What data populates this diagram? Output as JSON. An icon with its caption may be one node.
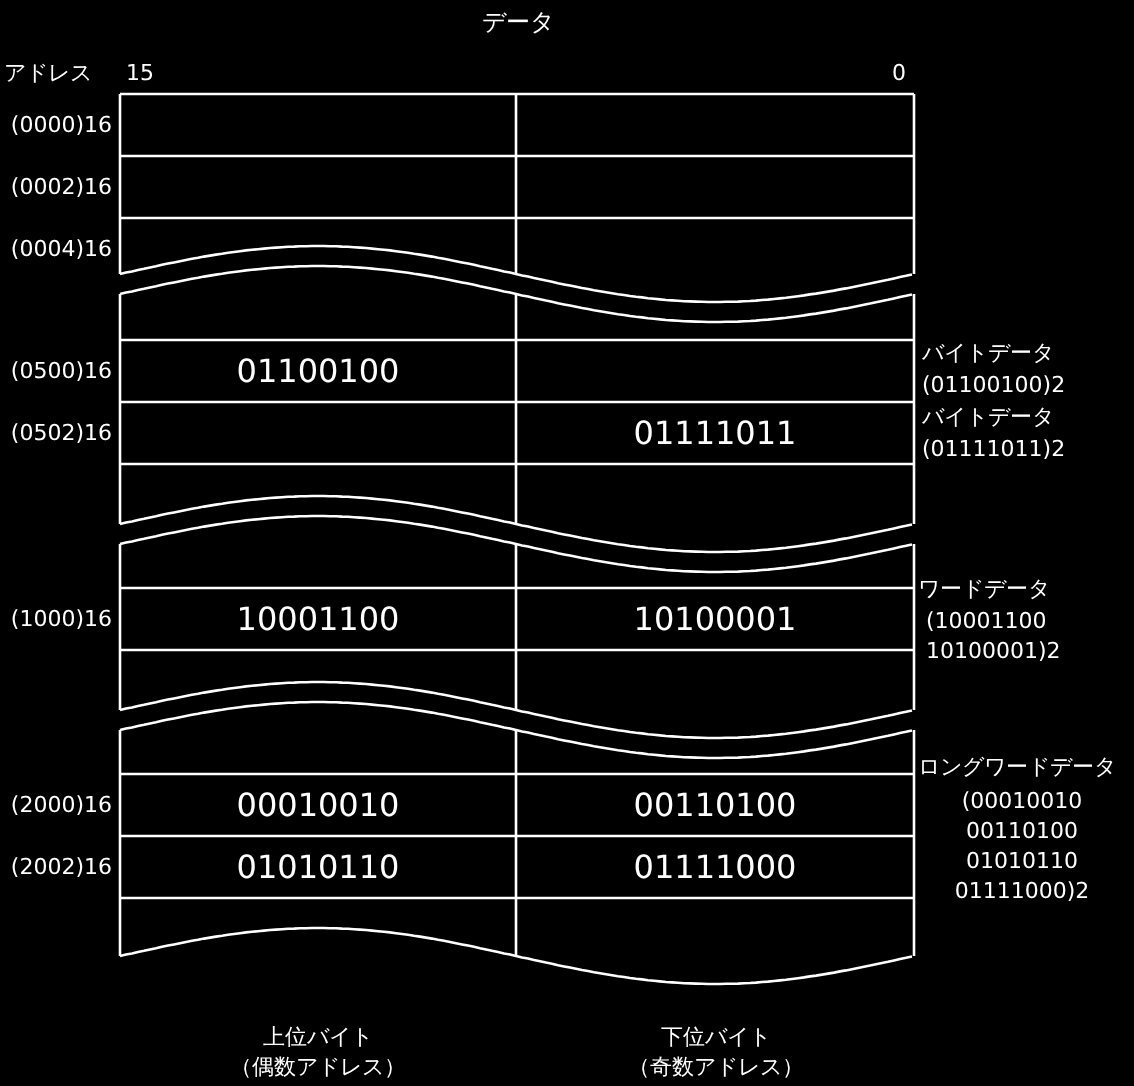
{
  "diagram": {
    "title": "データ",
    "nodes": [
      {
        "text": [
          "01100100"
        ]
      },
      {
        "text": [
          "01111011"
        ]
      },
      {
        "text": [
          "10001100"
        ]
      },
      {
        "text": [
          "10100001"
        ]
      },
      {
        "text": [
          "00010010"
        ]
      },
      {
        "text": [
          "00110100"
        ]
      },
      {
        "text": [
          "01010110"
        ]
      },
      {
        "text": [
          "01111000"
        ]
      }
    ],
    "labels": [
      "アドレス",
      "15",
      "0",
      "(0000)16",
      "(0002)16",
      "(0004)16",
      "(0500)16",
      "(0502)16",
      "(1000)16",
      "(2000)16",
      "(2002)16",
      "バイトデータ",
      "(01100100)2",
      "バイトデータ",
      "(01111011)2",
      "ワードデータ",
      "(10001100 10100001)2",
      "ロングワードデータ",
      "(00010010 00110100 01010110 01111000)2",
      "上位バイト",
      "（偶数アドレス）",
      "下位バイト",
      "（奇数アドレス）"
    ]
  }
}
